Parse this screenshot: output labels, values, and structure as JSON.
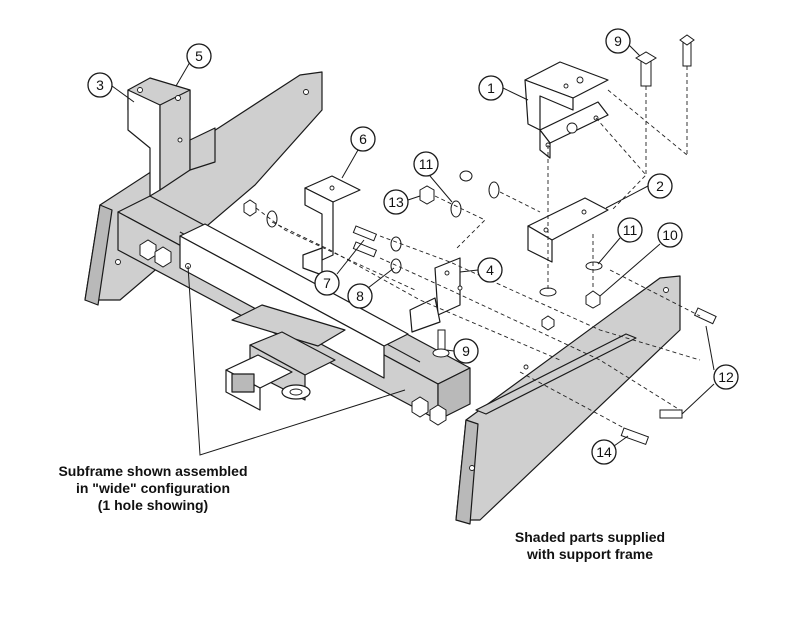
{
  "callouts": [
    "1",
    "2",
    "3",
    "4",
    "5",
    "6",
    "7",
    "8",
    "9",
    "9",
    "10",
    "11",
    "11",
    "12",
    "13",
    "14"
  ],
  "notes": {
    "left": [
      "Subframe shown assembled",
      "in \"wide\" configuration",
      "(1 hole showing)"
    ],
    "right": [
      "Shaded parts supplied",
      "with support frame"
    ]
  }
}
